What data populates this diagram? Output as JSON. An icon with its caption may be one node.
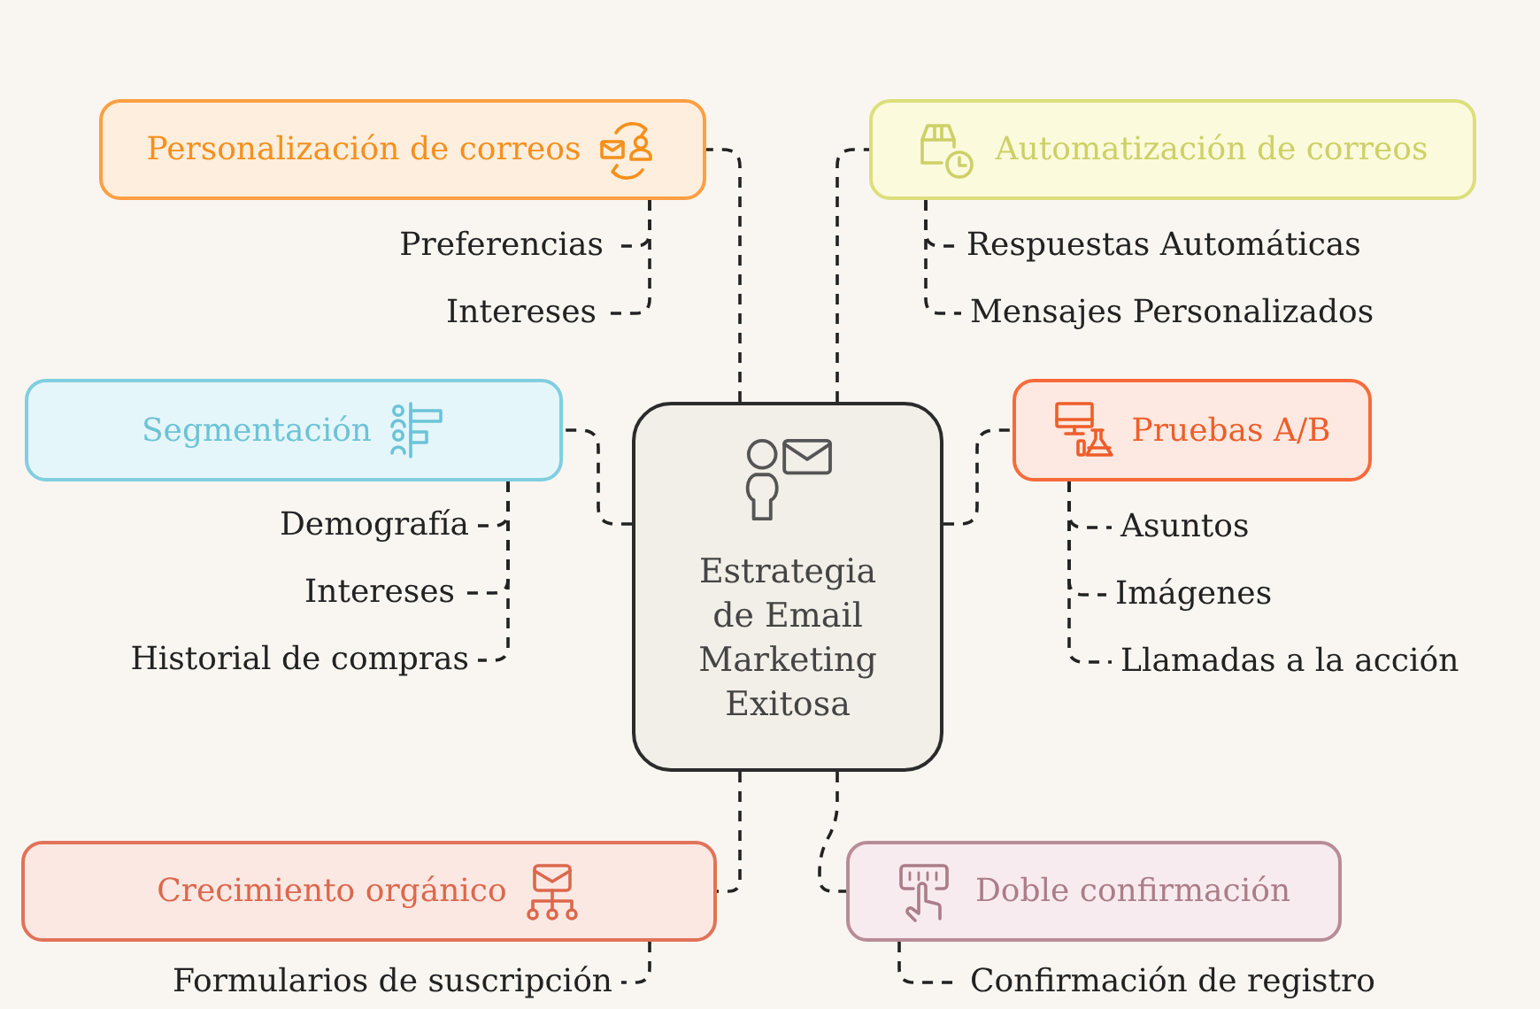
{
  "diagram": {
    "nodes": [
      {
        "text": [
          "Estrategia de Email Marketing Exitosa"
        ]
      },
      {
        "text": [
          "Personalización de correos"
        ]
      },
      {
        "text": [
          "Preferencias"
        ]
      },
      {
        "text": [
          "Intereses"
        ]
      },
      {
        "text": [
          "Automatización de correos"
        ]
      },
      {
        "text": [
          "Respuestas Automáticas"
        ]
      },
      {
        "text": [
          "Mensajes Personalizados"
        ]
      },
      {
        "text": [
          "Segmentación"
        ]
      },
      {
        "text": [
          "Demografía"
        ]
      },
      {
        "text": [
          "Intereses"
        ]
      },
      {
        "text": [
          "Historial de compras"
        ]
      },
      {
        "text": [
          "Pruebas A/B"
        ]
      },
      {
        "text": [
          "Asuntos"
        ]
      },
      {
        "text": [
          "Imágenes"
        ]
      },
      {
        "text": [
          "Llamadas a la acción"
        ]
      },
      {
        "text": [
          "Crecimiento orgánico"
        ]
      },
      {
        "text": [
          "Formularios de suscripción"
        ]
      },
      {
        "text": [
          "Doble confirmación"
        ]
      },
      {
        "text": [
          "Confirmación de registro"
        ]
      }
    ],
    "edges": [
      {
        "from": 0,
        "to": 1,
        "arrow": "none",
        "style": "dashed"
      },
      {
        "from": 0,
        "to": 4,
        "arrow": "none",
        "style": "dashed"
      },
      {
        "from": 0,
        "to": 7,
        "arrow": "none",
        "style": "dashed"
      },
      {
        "from": 0,
        "to": 11,
        "arrow": "none",
        "style": "dashed"
      },
      {
        "from": 0,
        "to": 15,
        "arrow": "none",
        "style": "dashed"
      },
      {
        "from": 0,
        "to": 17,
        "arrow": "none",
        "style": "dashed"
      },
      {
        "from": 1,
        "to": 2,
        "arrow": "none",
        "style": "dashed"
      },
      {
        "from": 1,
        "to": 3,
        "arrow": "none",
        "style": "dashed"
      },
      {
        "from": 4,
        "to": 5,
        "arrow": "none",
        "style": "dashed"
      },
      {
        "from": 4,
        "to": 6,
        "arrow": "none",
        "style": "dashed"
      },
      {
        "from": 7,
        "to": 8,
        "arrow": "none",
        "style": "dashed"
      },
      {
        "from": 7,
        "to": 9,
        "arrow": "none",
        "style": "dashed"
      },
      {
        "from": 7,
        "to": 10,
        "arrow": "none",
        "style": "dashed"
      },
      {
        "from": 11,
        "to": 12,
        "arrow": "none",
        "style": "dashed"
      },
      {
        "from": 11,
        "to": 13,
        "arrow": "none",
        "style": "dashed"
      },
      {
        "from": 11,
        "to": 14,
        "arrow": "none",
        "style": "dashed"
      },
      {
        "from": 15,
        "to": 16,
        "arrow": "none",
        "style": "dashed"
      },
      {
        "from": 17,
        "to": 18,
        "arrow": "none",
        "style": "dashed"
      }
    ]
  }
}
